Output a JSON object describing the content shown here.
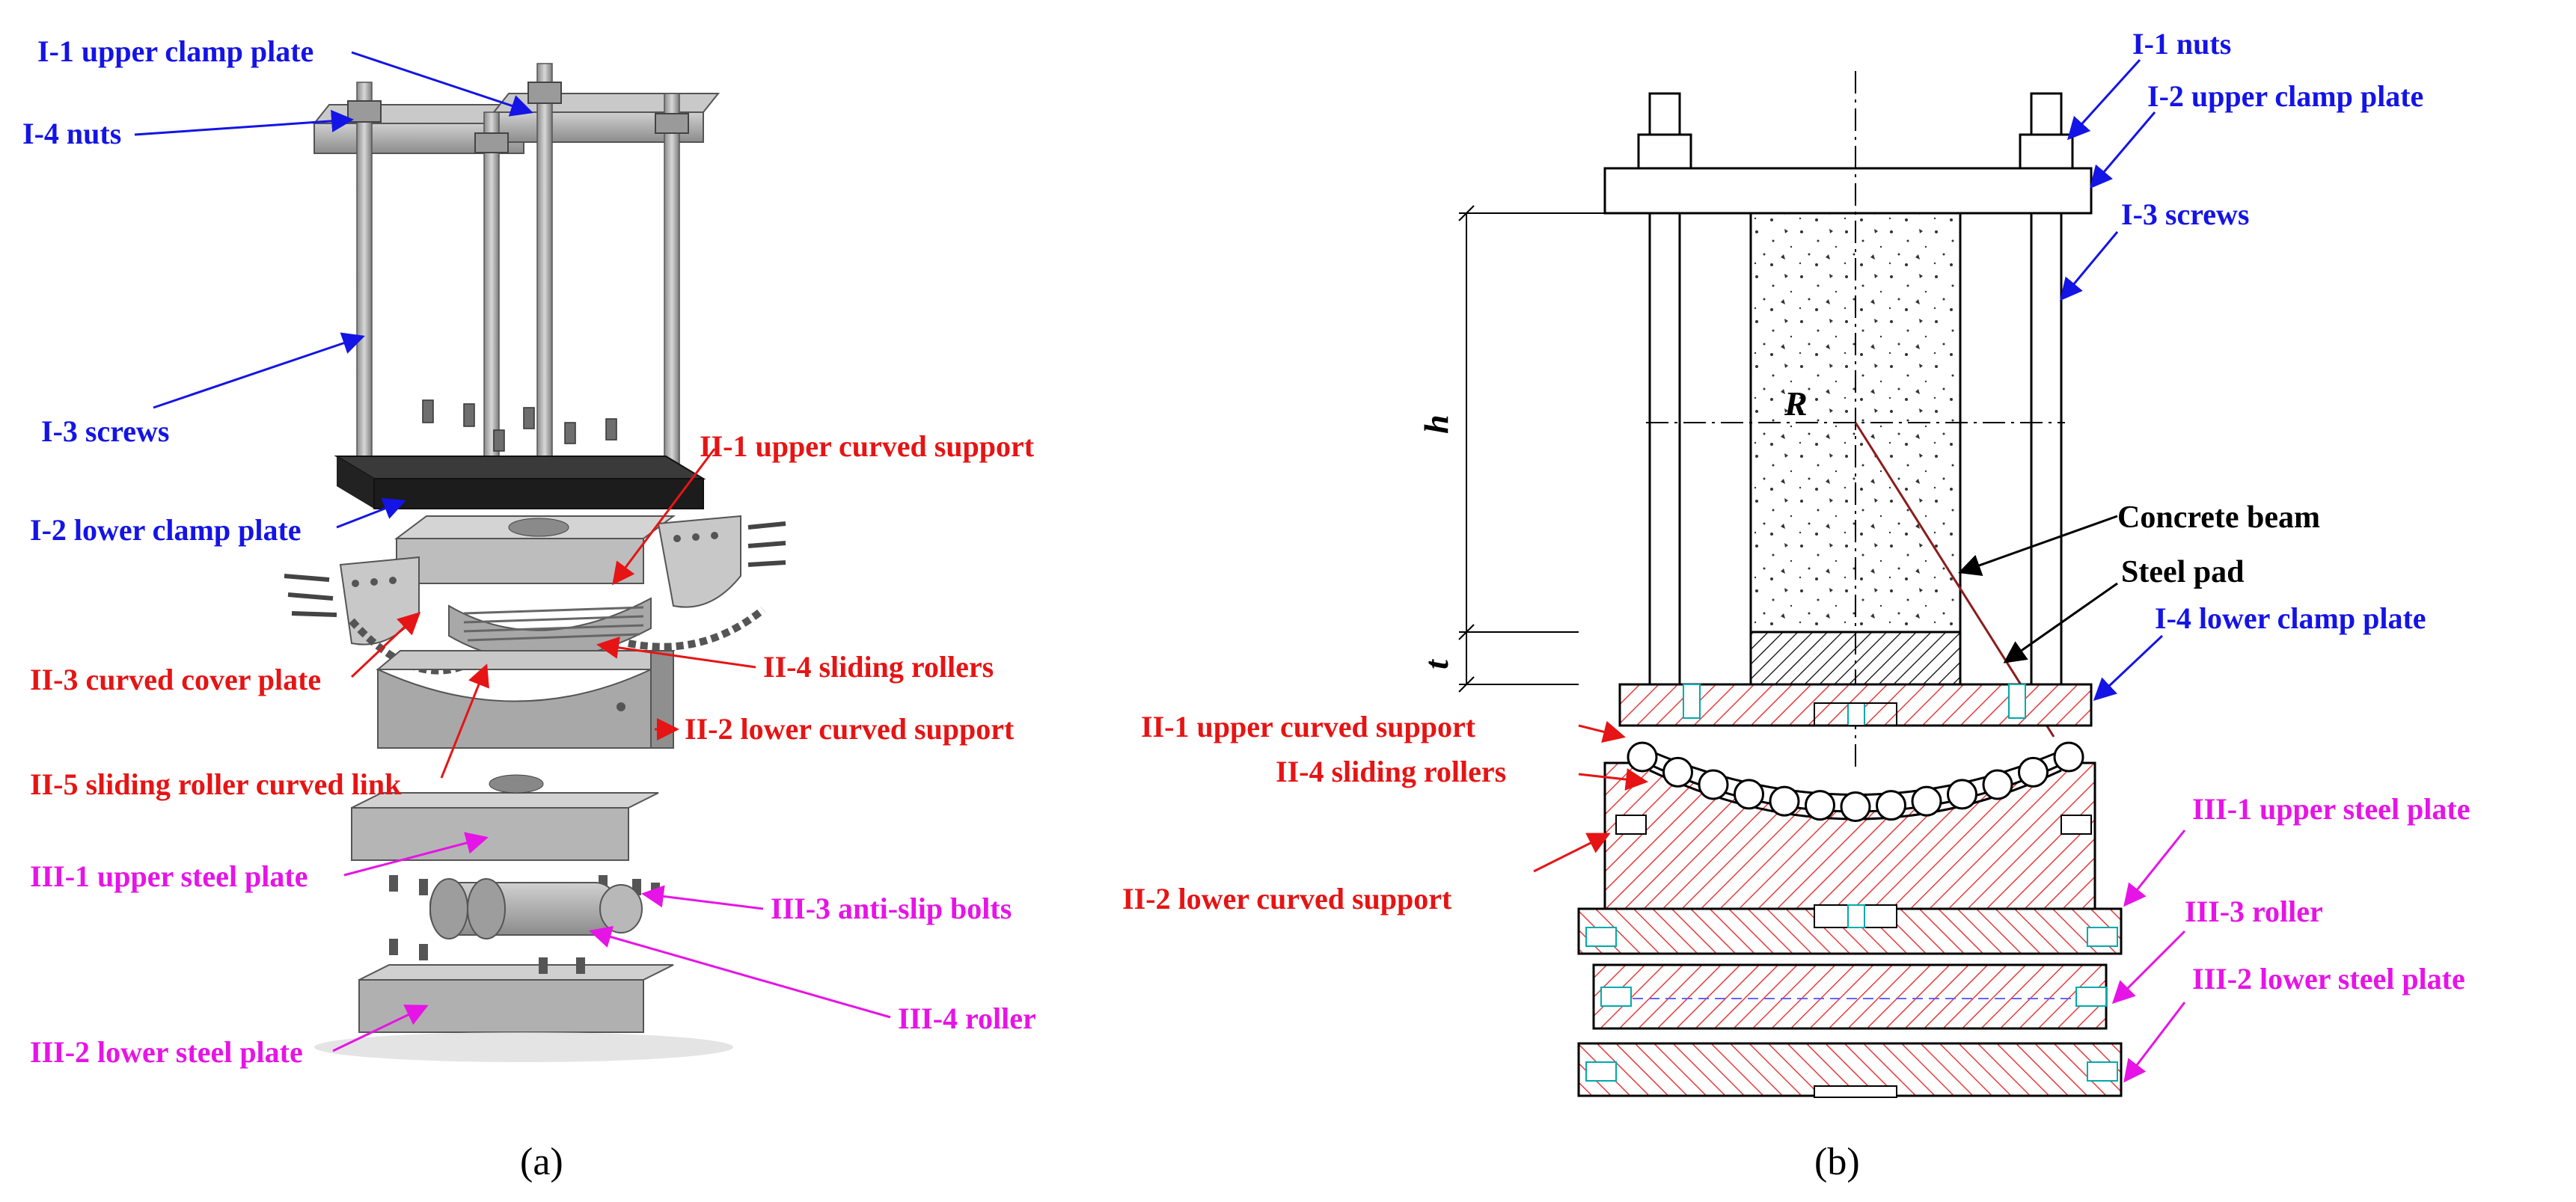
{
  "colors": {
    "group_i": "#1414e6",
    "group_ii": "#e61414",
    "group_iii": "#e614e6",
    "hatch": "#e63c3c",
    "beam": "#000000"
  },
  "panel_a": {
    "caption": "(a)",
    "labels": {
      "i1": "I-1 upper clamp plate",
      "i4": "I-4 nuts",
      "i3": "I-3 screws",
      "i2": "I-2 lower clamp plate",
      "ii1": "II-1 upper curved support",
      "ii3": "II-3 curved cover plate",
      "ii4": "II-4 sliding rollers",
      "ii2": "II-2 lower curved support",
      "ii5": "II-5 sliding roller curved link",
      "iii1": "III-1 upper steel plate",
      "iii3": "III-3 anti-slip bolts",
      "iii4": "III-4 roller",
      "iii2": "III-2 lower steel plate"
    }
  },
  "panel_b": {
    "caption": "(b)",
    "dims": {
      "h": "h",
      "t": "t",
      "r": "R"
    },
    "labels": {
      "i1": "I-1 nuts",
      "i2": "I-2 upper clamp plate",
      "i3": "I-3 screws",
      "beam": "Concrete beam",
      "pad": "Steel pad",
      "i4": "I-4 lower clamp plate",
      "ii1": "II-1 upper curved support",
      "ii4": "II-4 sliding rollers",
      "ii2": "II-2 lower curved support",
      "iii1": "III-1 upper steel plate",
      "iii3": "III-3 roller",
      "iii2": "III-2 lower steel plate"
    }
  }
}
